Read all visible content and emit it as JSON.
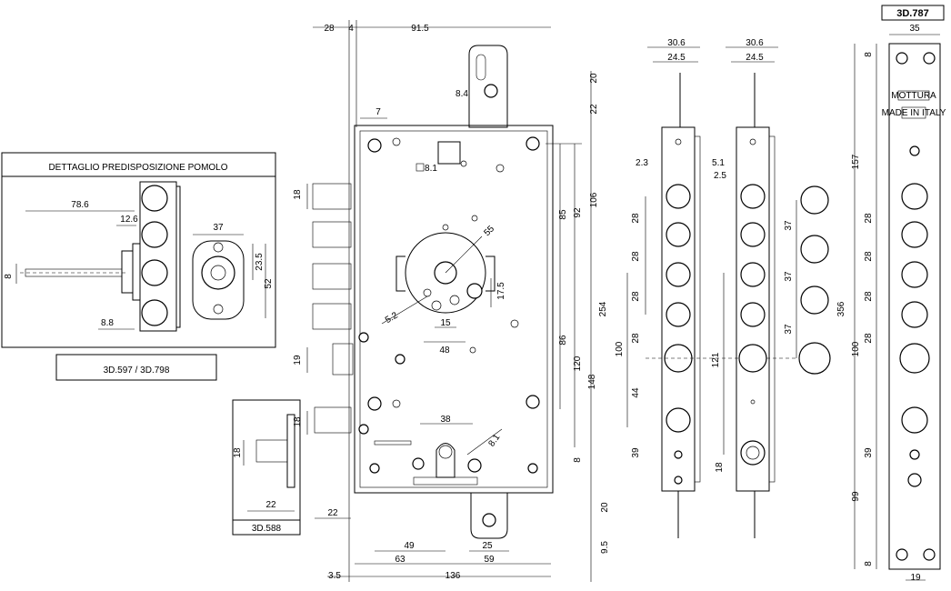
{
  "detail_box": {
    "title": "DETTAGLIO PREDISPOSIZIONE POMOLO",
    "dims": {
      "d786": "78.6",
      "d126": "12.6",
      "d37": "37",
      "d235": "23.5",
      "phi52": "52",
      "phi8": "8",
      "d88": "8.8"
    }
  },
  "model_labels": {
    "main": "3D.597 / 3D.798",
    "small": "3D.588",
    "side": "3D.787"
  },
  "small_box_dims": {
    "phi18": "18",
    "d22": "22"
  },
  "main_lock_dims": {
    "top_28": "28",
    "top_4": "4",
    "top_915": "91.5",
    "phi7": "7",
    "phi84": "8.4",
    "sq81": "8.1",
    "d20": "20",
    "d22": "22",
    "d106": "106",
    "d92": "92",
    "d85": "85",
    "phi55": "55",
    "d175": "17.5",
    "phi52": "5.2",
    "d15": "15",
    "d48": "48",
    "d254": "254",
    "d86": "86",
    "d120": "120",
    "d148": "148",
    "d8": "8",
    "d38": "38",
    "phi81": "8.1",
    "phi18a": "18",
    "phi19": "19",
    "phi18b": "18",
    "b22": "22",
    "b49": "49",
    "b25": "25",
    "b63": "63",
    "b59": "59",
    "b35": "3.5",
    "b136": "136",
    "r20": "20",
    "r95": "9.5"
  },
  "side_view_dims": {
    "w306a": "30.6",
    "w245a": "24.5",
    "w306b": "30.6",
    "w245b": "24.5",
    "d23": "2.3",
    "d51": "5.1",
    "d25": "2.5",
    "s28a": "28",
    "s28b": "28",
    "s28c": "28",
    "s28d": "28",
    "s100": "100",
    "s44": "44",
    "s39": "39",
    "s121": "121",
    "s18": "18",
    "s37a": "37",
    "s37b": "37",
    "s37c": "37"
  },
  "faceplate_dims": {
    "w35": "35",
    "d8top": "8",
    "d157": "157",
    "d28a": "28",
    "d28b": "28",
    "d28c": "28",
    "d28d": "28",
    "d356": "356",
    "d100": "100",
    "d39": "39",
    "d99": "99",
    "d8bot": "8",
    "d19": "19",
    "brand": "MOTTURA",
    "made": "MADE IN ITALY"
  }
}
